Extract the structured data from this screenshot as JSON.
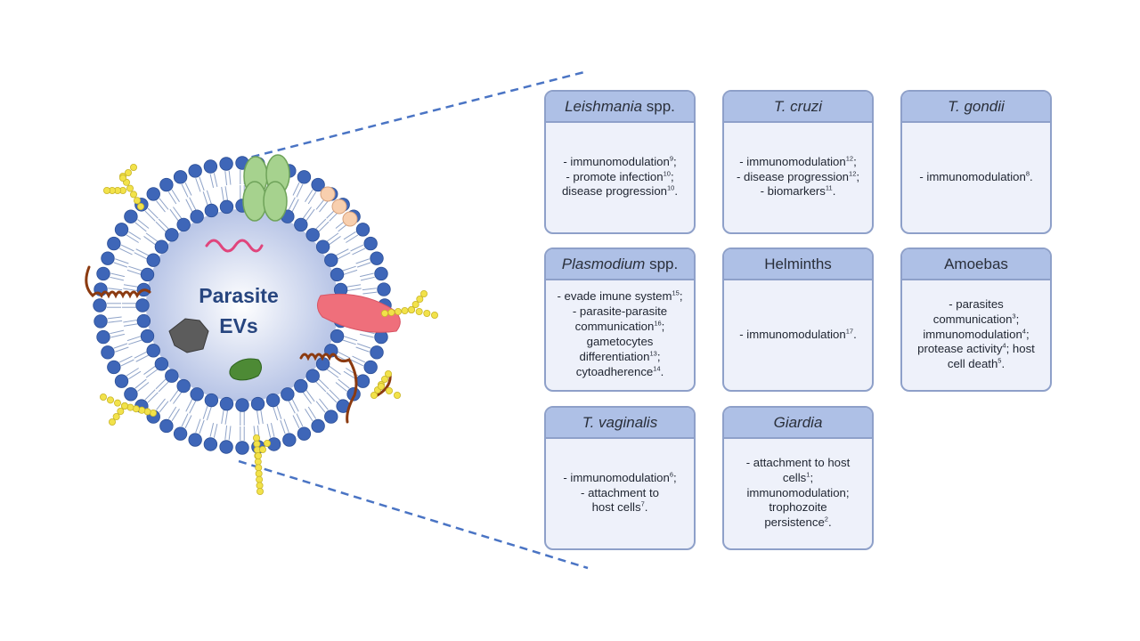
{
  "vesicle": {
    "label_line1": "Parasite",
    "label_line2": "EVs"
  },
  "cards": {
    "leishmania": {
      "title_italic": "Leishmania",
      "title_rest": " spp.",
      "lines": [
        {
          "t": "- immunomodulation",
          "s": "9",
          "e": ";"
        },
        {
          "t": "- promote infection",
          "s": "10",
          "e": ";"
        },
        {
          "t": "disease progression",
          "s": "10",
          "e": "."
        }
      ]
    },
    "tcruzi": {
      "title_italic": "T. cruzi",
      "title_rest": "",
      "lines": [
        {
          "t": "- immunomodulation",
          "s": "12",
          "e": ";"
        },
        {
          "t": "- disease progression",
          "s": "12",
          "e": ";"
        },
        {
          "t": "- biomarkers",
          "s": "11",
          "e": "."
        }
      ]
    },
    "tgondii": {
      "title_italic": "T. gondii",
      "title_rest": "",
      "lines": [
        {
          "t": "- immunomodulation",
          "s": "8",
          "e": "."
        }
      ]
    },
    "plasmodium": {
      "title_italic": "Plasmodium",
      "title_rest": " spp.",
      "lines": [
        {
          "t": "- evade imune system",
          "s": "15",
          "e": ";"
        },
        {
          "t": "- parasite-parasite",
          "s": "",
          "e": ""
        },
        {
          "t": "communication",
          "s": "16",
          "e": ";"
        },
        {
          "t": "gametocytes",
          "s": "",
          "e": ""
        },
        {
          "t": "differentiation",
          "s": "13",
          "e": ";"
        },
        {
          "t": "cytoadherence",
          "s": "14",
          "e": "."
        }
      ]
    },
    "helminths": {
      "title_italic": "",
      "title_rest": "Helminths",
      "lines": [
        {
          "t": "- immunomodulation",
          "s": "17",
          "e": "."
        }
      ]
    },
    "amoebas": {
      "title_italic": "",
      "title_rest": "Amoebas",
      "lines": [
        {
          "t": "- parasites",
          "s": "",
          "e": ""
        },
        {
          "t": "communication",
          "s": "3",
          "e": ";"
        },
        {
          "t": "immunomodulation",
          "s": "4",
          "e": ";"
        },
        {
          "t": "protease activity",
          "s": "4",
          "e": "; host"
        },
        {
          "t": "cell death",
          "s": "5",
          "e": "."
        }
      ]
    },
    "tvaginalis": {
      "title_italic": "T. vaginalis",
      "title_rest": "",
      "lines": [
        {
          "t": "- immunomodulation",
          "s": "6",
          "e": ";"
        },
        {
          "t": "- attachment to",
          "s": "",
          "e": ""
        },
        {
          "t": "host cells",
          "s": "7",
          "e": "."
        }
      ]
    },
    "giardia": {
      "title_italic": "Giardia",
      "title_rest": "",
      "lines": [
        {
          "t": "- attachment to host",
          "s": "",
          "e": ""
        },
        {
          "t": "cells",
          "s": "1",
          "e": ";"
        },
        {
          "t": "immunomodulation;",
          "s": "",
          "e": ""
        },
        {
          "t": "trophozoite",
          "s": "",
          "e": ""
        },
        {
          "t": "persistence",
          "s": "2",
          "e": "."
        }
      ]
    }
  }
}
